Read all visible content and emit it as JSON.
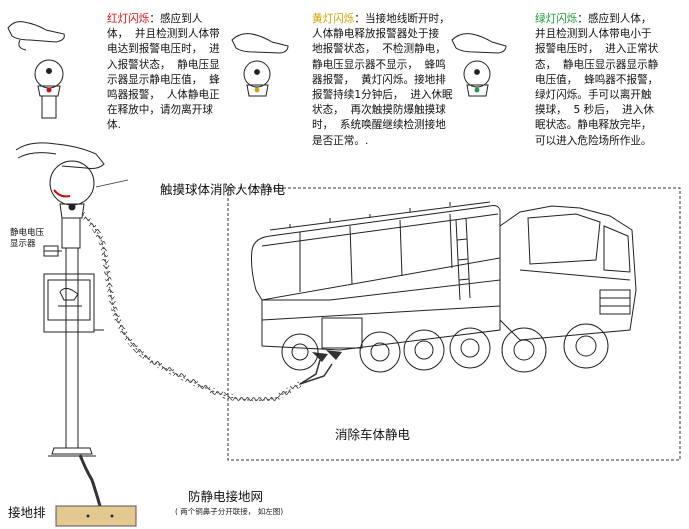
{
  "indicators": {
    "red": {
      "title": "红灯闪烁",
      "body": "：感应到人\n体，  并且检测到人体带\n电达到报警电压时，  进\n入报警状态，  静电压显\n示器显示静电压值，  蜂\n鸣器报警，  人体静电正\n在释放中，请勿离开球\n体.",
      "color": "#e01010"
    },
    "yellow": {
      "title": "黄灯闪烁",
      "body": "：当接地线断开时，\n人体静电释放报警器处于接\n地报警状态，  不检测静电，\n静电压显示器不显示，  蜂鸣\n器报警，  黄灯闪烁。接地排\n报警持续1分钟后，  进入休眠\n状态，  再次触摸防爆触摸球\n时，  系统唤醒继续检测接地\n是否正常。.",
      "color": "#d4a400"
    },
    "green": {
      "title": "绿灯闪烁",
      "body": "：感应到人体，\n并且检测到人体带电小于\n报警电压时，  进入正常状\n态，  静电压显示器显示静\n电压值，  蜂鸣器不报警，\n绿灯闪烁。手可以离开触\n摸球，  5 秒后，  进入休\n眠状态。静电释放完毕，\n可以进入危险场所作业。",
      "color": "#1e9a3c"
    }
  },
  "labels": {
    "touch_ball": "触摸球体消除人体静电",
    "voltage_display": "静电电压\n显示器",
    "vehicle": "消除车体静电",
    "grounding_bar": "接地排",
    "grounding_grid": "防静电接地网",
    "grounding_note": "( 两个铜鼻子分开联接，  如左图)"
  },
  "colors": {
    "line": "#222222",
    "lamp_red": "#c81010",
    "lamp_yellow": "#d4a400",
    "lamp_green": "#1e9a3c",
    "ground_bar": "#e3c88f",
    "cable": "#555555"
  }
}
